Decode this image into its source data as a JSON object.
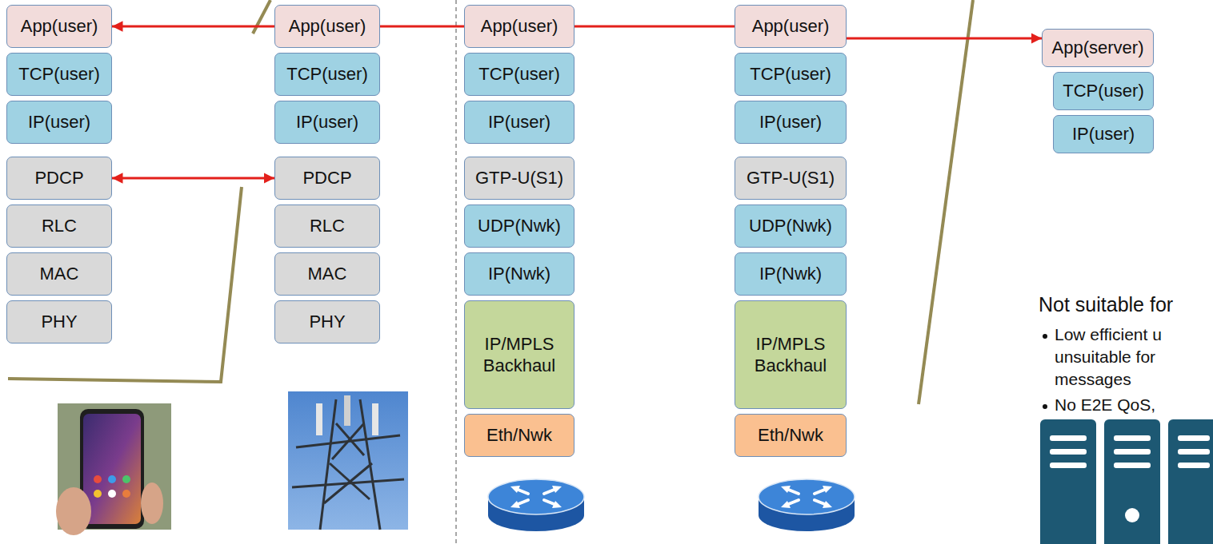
{
  "diagram": {
    "nodes": [
      {
        "text": [
          "App(user)"
        ]
      },
      {
        "text": [
          "TCP(user)"
        ]
      },
      {
        "text": [
          "IP(user)"
        ]
      },
      {
        "text": [
          "PDCP"
        ]
      },
      {
        "text": [
          "RLC"
        ]
      },
      {
        "text": [
          "MAC"
        ]
      },
      {
        "text": [
          "PHY"
        ]
      },
      {
        "text": [
          "App(user)"
        ]
      },
      {
        "text": [
          "TCP(user)"
        ]
      },
      {
        "text": [
          "IP(user)"
        ]
      },
      {
        "text": [
          "PDCP"
        ]
      },
      {
        "text": [
          "RLC"
        ]
      },
      {
        "text": [
          "MAC"
        ]
      },
      {
        "text": [
          "PHY"
        ]
      },
      {
        "text": [
          "App(user)"
        ]
      },
      {
        "text": [
          "TCP(user)"
        ]
      },
      {
        "text": [
          "IP(user)"
        ]
      },
      {
        "text": [
          "GTP-U(S1)"
        ]
      },
      {
        "text": [
          "UDP(Nwk)"
        ]
      },
      {
        "text": [
          "IP(Nwk)"
        ]
      },
      {
        "text": [
          "IP/MPLS Backhaul"
        ]
      },
      {
        "text": [
          "Eth/Nwk"
        ]
      },
      {
        "text": [
          "App(user)"
        ]
      },
      {
        "text": [
          "TCP(user)"
        ]
      },
      {
        "text": [
          "IP(user)"
        ]
      },
      {
        "text": [
          "GTP-U(S1)"
        ]
      },
      {
        "text": [
          "UDP(Nwk)"
        ]
      },
      {
        "text": [
          "IP(Nwk)"
        ]
      },
      {
        "text": [
          "IP/MPLS Backhaul"
        ]
      },
      {
        "text": [
          "Eth/Nwk"
        ]
      },
      {
        "text": [
          "App(server)"
        ]
      },
      {
        "text": [
          "TCP(user)"
        ]
      },
      {
        "text": [
          "IP(user)"
        ]
      }
    ],
    "edges": [
      {
        "from": 7,
        "to": 0,
        "arrow": "to"
      },
      {
        "from": 7,
        "to": 14,
        "arrow": "none"
      },
      {
        "from": 14,
        "to": 22,
        "arrow": "none"
      },
      {
        "from": 22,
        "to": 30,
        "arrow": "to"
      },
      {
        "from": 3,
        "to": 10,
        "arrow": "both"
      }
    ],
    "labels": [
      "Not suitable for",
      "Low efficient u",
      "unsuitable for",
      "messages",
      "No E2E QoS,"
    ]
  }
}
